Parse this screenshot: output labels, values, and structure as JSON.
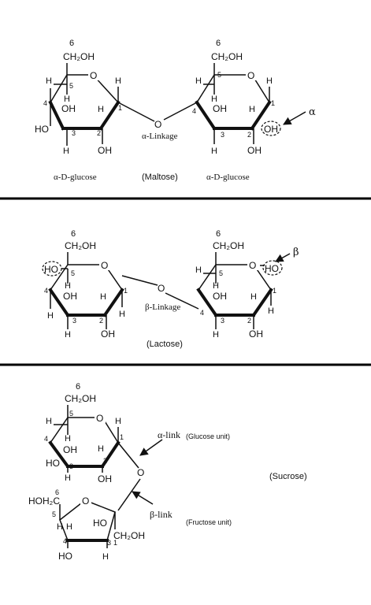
{
  "colors": {
    "ink": "#111111",
    "background": "#ffffff"
  },
  "common": {
    "c6": "6",
    "ch2oh": "CH₂OH",
    "h": "H",
    "oh": "OH",
    "ho": "HO",
    "o": "O",
    "n1": "1",
    "n2": "2",
    "n3": "3",
    "n4": "4",
    "n5": "5"
  },
  "maltose": {
    "name": "(Maltose)",
    "left_unit": "α-D-glucose",
    "right_unit": "α-D-glucose",
    "linkage": "α-Linkage",
    "anomer_symbol": "α"
  },
  "lactose": {
    "name": "(Lactose)",
    "linkage": "β-Linkage",
    "anomer_symbol": "β"
  },
  "sucrose": {
    "name": "(Sucrose)",
    "alpha_link": "α-link",
    "glucose_unit": "(Glucose unit)",
    "beta_link": "β-link",
    "fructose_unit": "(Fructose unit)",
    "hoh2c": "HOH₂C"
  }
}
